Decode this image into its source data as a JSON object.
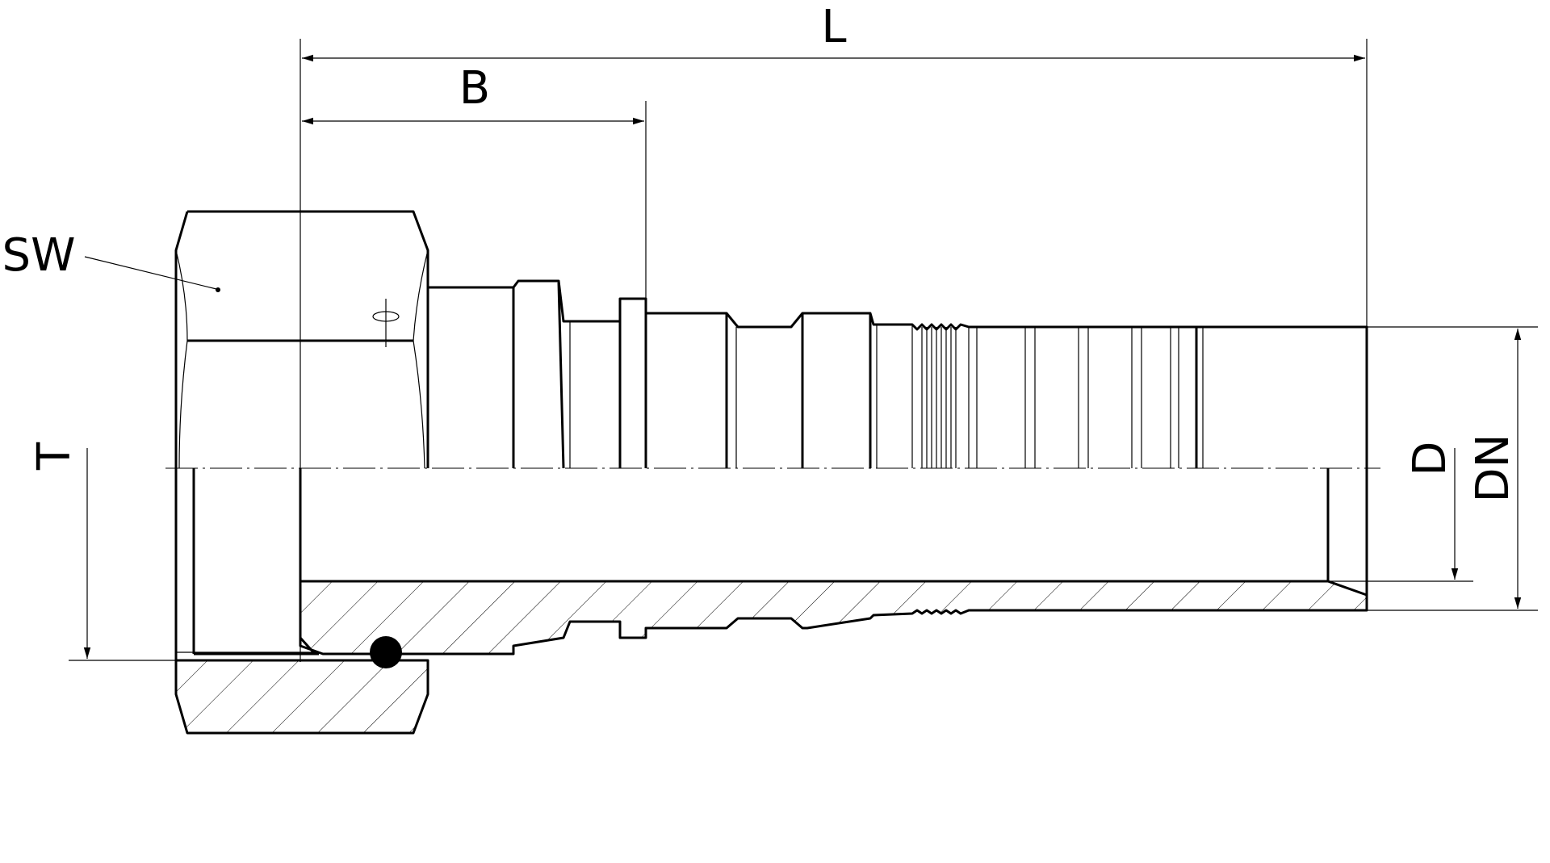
{
  "dimension_labels": {
    "L": "L",
    "B": "B",
    "SW": "SW",
    "T": "T",
    "D": "D",
    "DN": "DN"
  },
  "colors": {
    "line": "#000000",
    "background": "#ffffff"
  }
}
